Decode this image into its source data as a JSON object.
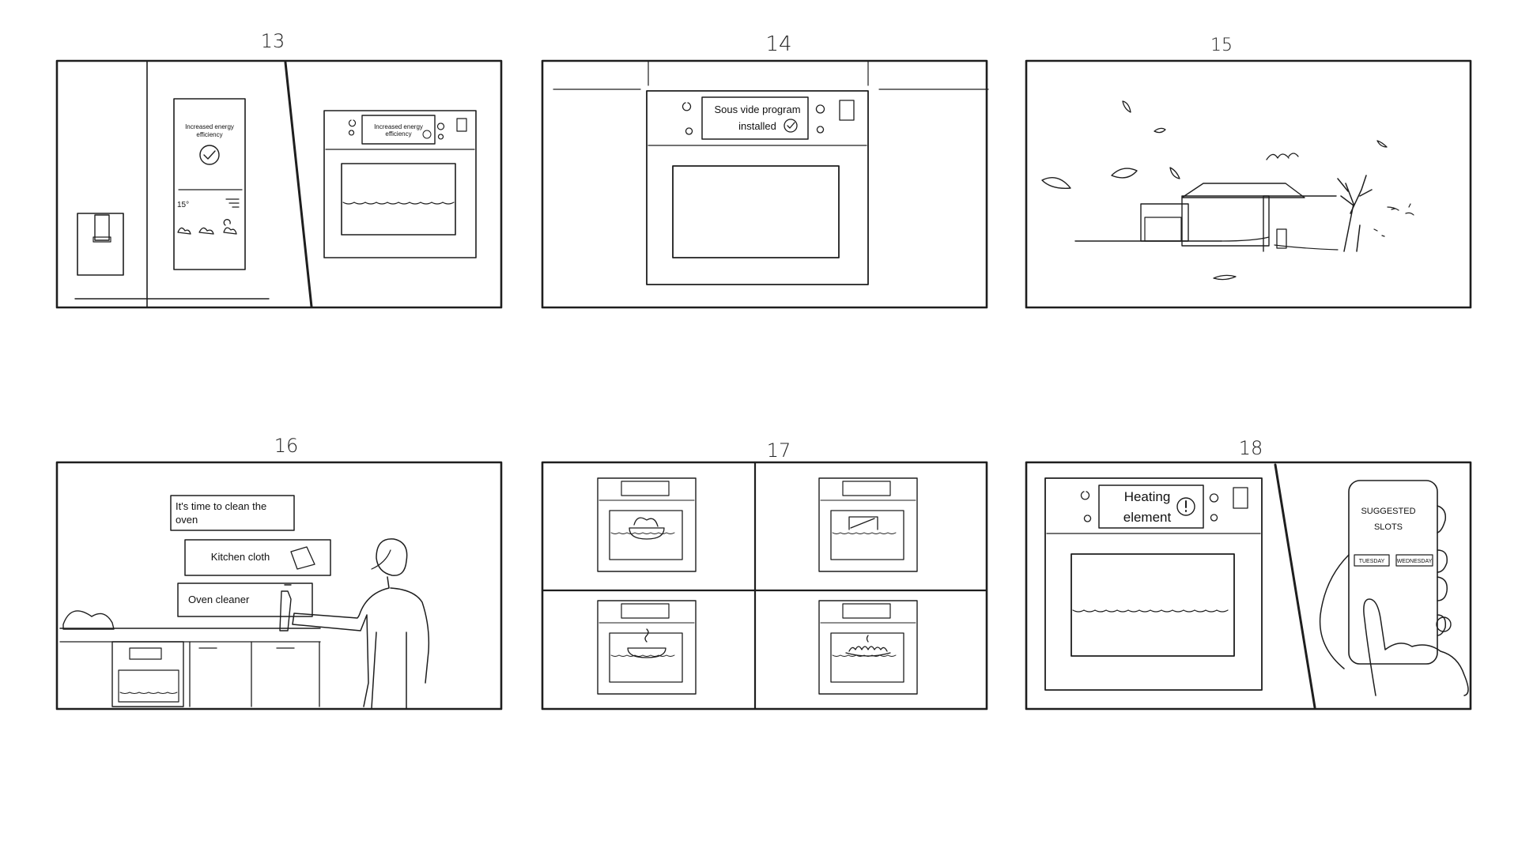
{
  "panels": [
    {
      "number": "13",
      "texts": {
        "fridge_msg": "Increased energy efficiency",
        "oven_msg": "Increased energy efficiency",
        "temp": "15°"
      }
    },
    {
      "number": "14",
      "texts": {
        "line1": "Sous vide program",
        "line2": "installed"
      }
    },
    {
      "number": "15",
      "texts": {}
    },
    {
      "number": "16",
      "texts": {
        "reminder": "It's time to clean the oven",
        "item1": "Kitchen cloth",
        "item2": "Oven cleaner"
      }
    },
    {
      "number": "17",
      "texts": {}
    },
    {
      "number": "18",
      "texts": {
        "line1": "Heating",
        "line2": "element",
        "phone_title1": "SUGGESTED",
        "phone_title2": "SLOTS",
        "slot1": "TUESDAY",
        "slot2": "WEDNESDAY"
      }
    }
  ],
  "colors": {
    "ink": "#1e1e1e",
    "paper": "#ffffff"
  }
}
